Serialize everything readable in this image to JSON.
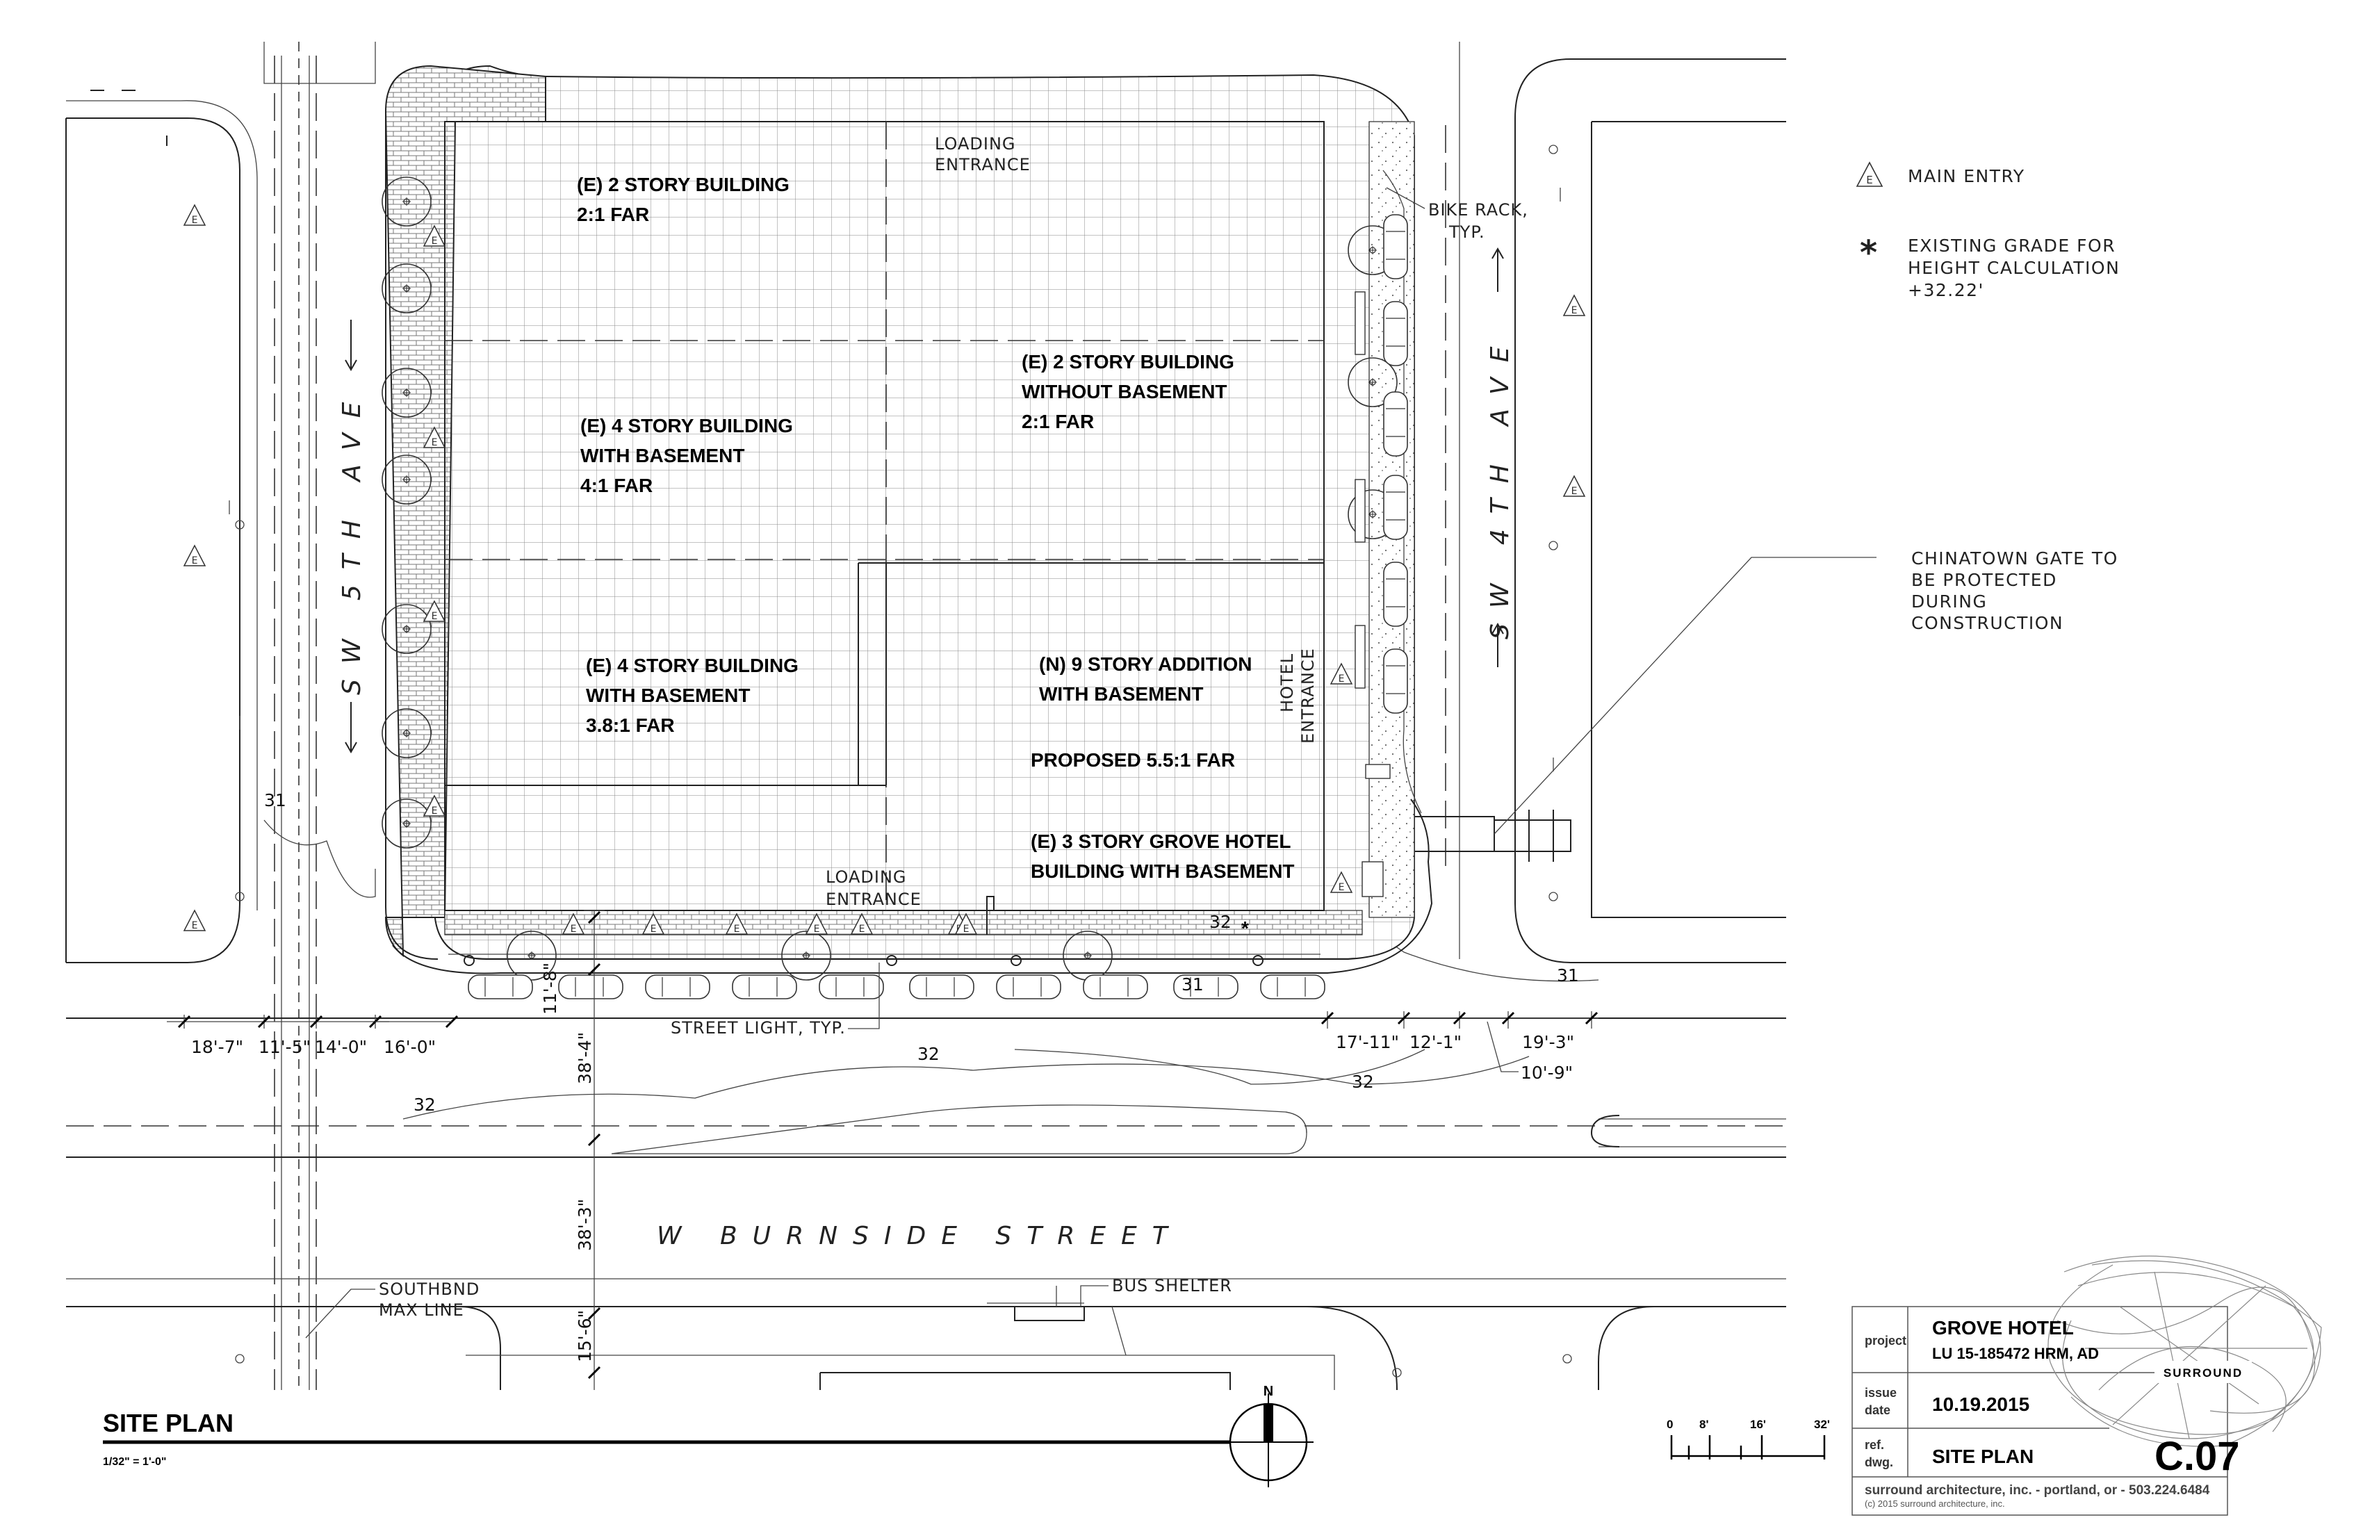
{
  "drawing": {
    "title": "SITE PLAN",
    "scale": "1/32\" = 1'-0\"",
    "north": "N"
  },
  "buildings": [
    {
      "line1": "(E) 2 STORY BUILDING",
      "line2": "2:1 FAR",
      "line3": ""
    },
    {
      "line1": "(E) 4 STORY BUILDING",
      "line2": "WITH BASEMENT",
      "line3": "4:1 FAR"
    },
    {
      "line1": "(E) 2 STORY BUILDING",
      "line2": "WITHOUT BASEMENT",
      "line3": "2:1 FAR"
    },
    {
      "line1": "(E) 4 STORY BUILDING",
      "line2": "WITH BASEMENT",
      "line3": "3.8:1 FAR"
    },
    {
      "line1": "(N) 9 STORY ADDITION",
      "line2": "WITH BASEMENT",
      "line3": ""
    }
  ],
  "proposed_far": "PROPOSED 5.5:1 FAR",
  "grove_hotel": {
    "line1": "(E) 3 STORY GROVE HOTEL",
    "line2": "BUILDING WITH BASEMENT"
  },
  "labels": {
    "loading_top_1": "LOADING",
    "loading_top_2": "ENTRANCE",
    "loading_bottom_1": "LOADING",
    "loading_bottom_2": "ENTRANCE",
    "hotel_entrance_1": "HOTEL",
    "hotel_entrance_2": "ENTRANCE",
    "bike_rack_1": "BIKE RACK,",
    "bike_rack_2": "TYP.",
    "street_light": "STREET LIGHT, TYP.",
    "bus_shelter": "BUS SHELTER",
    "max_line_1": "SOUTHBND",
    "max_line_2": "MAX LINE",
    "chinatown_1": "CHINATOWN GATE TO",
    "chinatown_2": "BE PROTECTED",
    "chinatown_3": "DURING",
    "chinatown_4": "CONSTRUCTION"
  },
  "streets": {
    "sw5th": "SW 5TH AVE",
    "sw4th": "SW 4TH AVE",
    "burnside": "W BURNSIDE STREET"
  },
  "legend": {
    "entry_symbol": "E",
    "main_entry": "MAIN ENTRY",
    "grade_symbol": "*",
    "grade_1": "EXISTING GRADE FOR",
    "grade_2": "HEIGHT CALCULATION",
    "grade_3": "+32.22'"
  },
  "dimensions": {
    "d1": "18'-7\"",
    "d2": "11'-5\"",
    "d3": "14'-0\"",
    "d4": "16'-0\"",
    "d5": "11'-8\"",
    "d6": "38'-4\"",
    "d7": "38'-3\"",
    "d8": "15'-6\"",
    "d9": "17'-11\"",
    "d10": "12'-1\"",
    "d11": "19'-3\"",
    "d12": "10'-9\""
  },
  "contours": {
    "c31a": "31",
    "c31b": "31",
    "c31c": "31",
    "c32a": "32",
    "c32b": "32",
    "c32c": "32",
    "c32d": "32"
  },
  "scale_bar": {
    "t0": "0",
    "t8": "8'",
    "t16": "16'",
    "t32": "32'"
  },
  "title_block": {
    "project_label": "project",
    "project_name": "GROVE HOTEL",
    "project_sub": "LU 15-185472 HRM, AD",
    "issue_label_1": "issue",
    "issue_label_2": "date",
    "issue_date": "10.19.2015",
    "ref_label_1": "ref.",
    "ref_label_2": "dwg.",
    "ref_title": "SITE PLAN",
    "sheet": "C.07",
    "logo": "SURROUND",
    "footer": "surround architecture, inc.  -  portland, or  -  503.224.6484",
    "copyright": "(c) 2015 surround architecture, inc."
  }
}
